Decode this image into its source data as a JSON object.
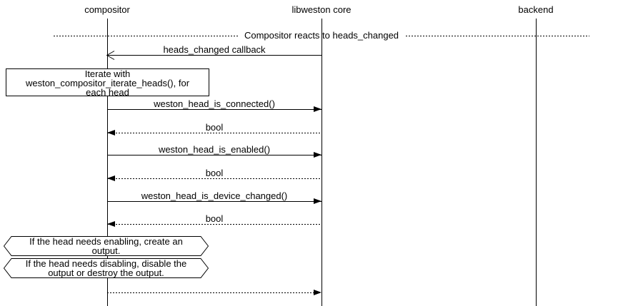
{
  "colors": {
    "background": "#ffffff",
    "line": "#000000",
    "text": "#000000"
  },
  "participants": [
    {
      "label": "compositor"
    },
    {
      "label": "libweston core"
    },
    {
      "label": "backend"
    }
  ],
  "divider": {
    "label": "Compositor reacts to heads_changed"
  },
  "note": {
    "lines": [
      "Iterate with",
      "weston_compositor_iterate_heads(), for",
      "each head"
    ]
  },
  "messages": [
    {
      "label": "heads_changed callback",
      "from": "libweston core",
      "to": "compositor",
      "line": "solid",
      "arrowhead": "open"
    },
    {
      "label": "weston_head_is_connected()",
      "from": "compositor",
      "to": "libweston core",
      "line": "solid",
      "arrowhead": "filled"
    },
    {
      "label": "bool",
      "from": "libweston core",
      "to": "compositor",
      "line": "dotted",
      "arrowhead": "filled"
    },
    {
      "label": "weston_head_is_enabled()",
      "from": "compositor",
      "to": "libweston core",
      "line": "solid",
      "arrowhead": "filled"
    },
    {
      "label": "bool",
      "from": "libweston core",
      "to": "compositor",
      "line": "dotted",
      "arrowhead": "filled"
    },
    {
      "label": "weston_head_is_device_changed()",
      "from": "compositor",
      "to": "libweston core",
      "line": "solid",
      "arrowhead": "filled"
    },
    {
      "label": "bool",
      "from": "libweston core",
      "to": "compositor",
      "line": "dotted",
      "arrowhead": "filled"
    },
    {
      "label": "",
      "from": "compositor",
      "to": "libweston core",
      "line": "dotted",
      "arrowhead": "filled"
    }
  ],
  "action_boxes": [
    {
      "lines": [
        "If the head needs enabling, create an",
        "output."
      ]
    },
    {
      "lines": [
        "If the head needs disabling, disable the",
        "output or destroy the output."
      ]
    }
  ]
}
